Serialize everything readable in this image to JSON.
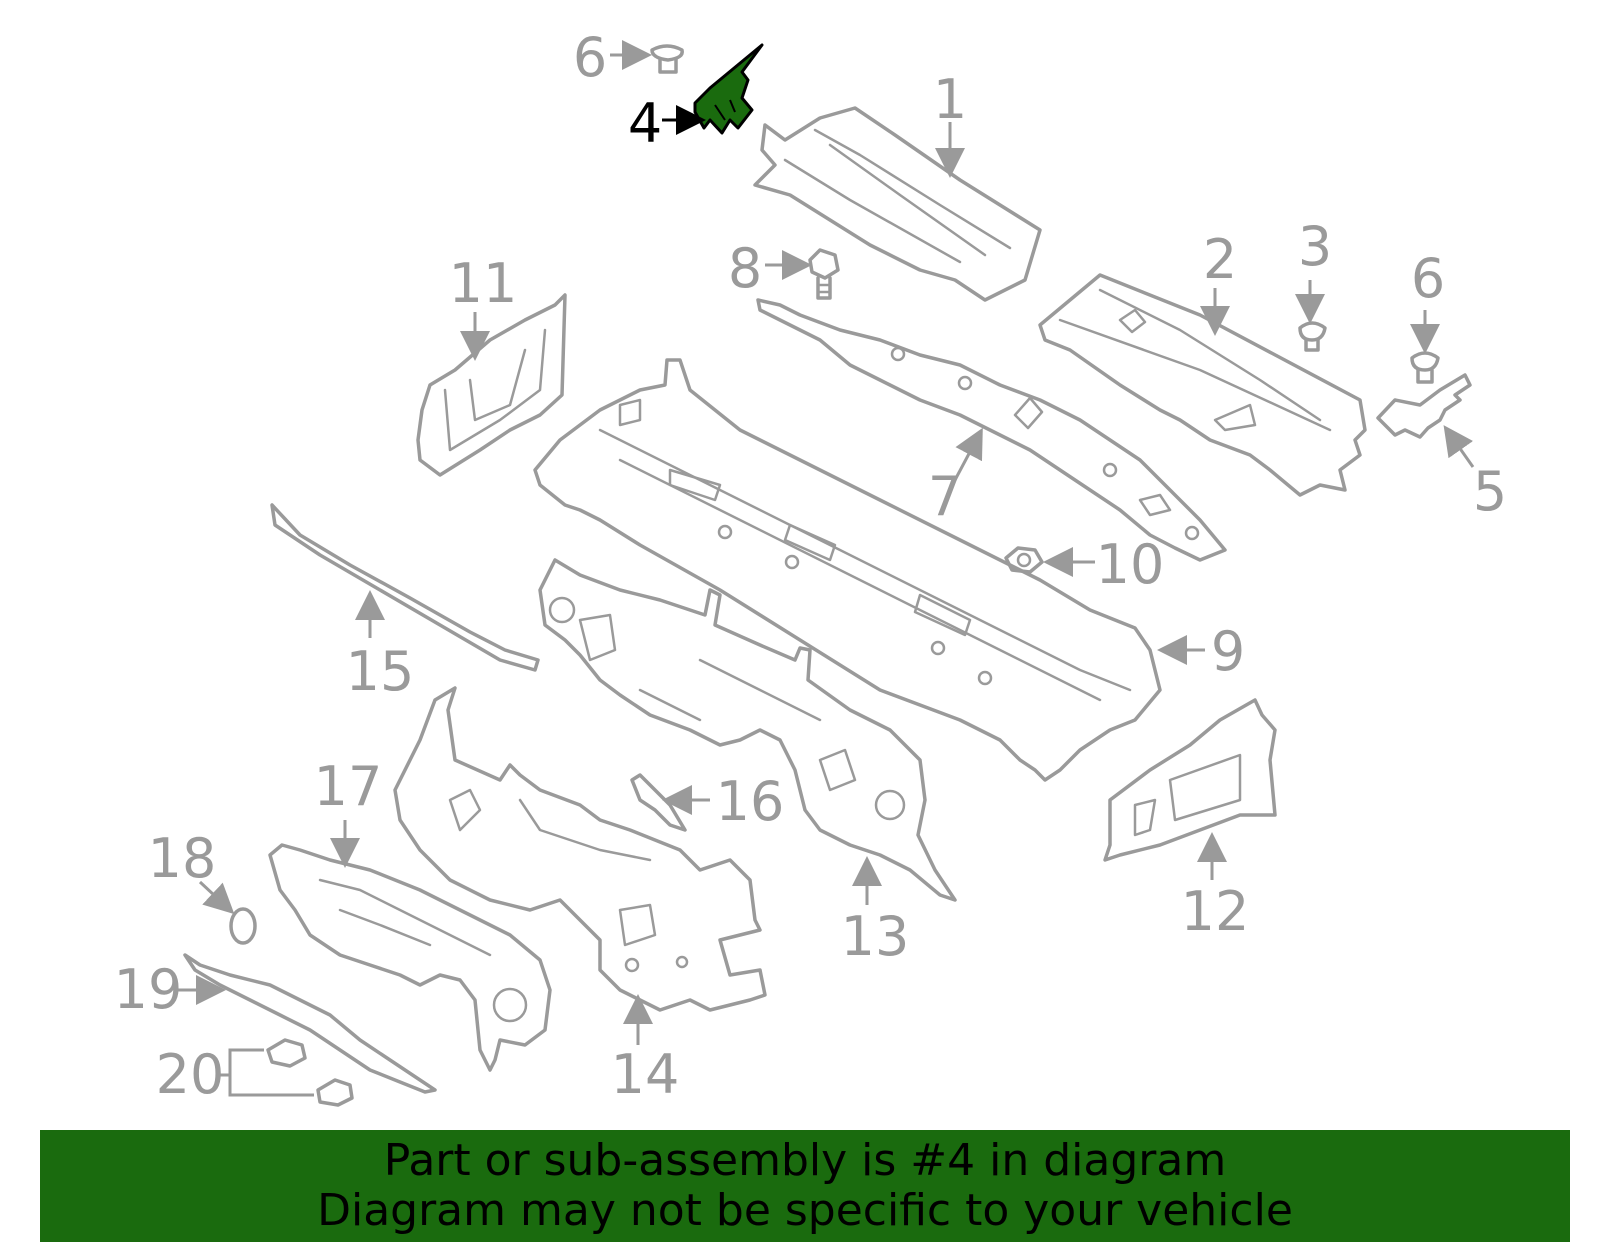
{
  "colors": {
    "highlight": "#1a6b0e",
    "lines": "#9a9a9a",
    "banner": "#1a6b0e"
  },
  "highlighted_part": "4",
  "callouts": {
    "c1": "1",
    "c2": "2",
    "c3": "3",
    "c4": "4",
    "c5": "5",
    "c6a": "6",
    "c6b": "6",
    "c7": "7",
    "c8": "8",
    "c9": "9",
    "c10": "10",
    "c11": "11",
    "c12": "12",
    "c13": "13",
    "c14": "14",
    "c15": "15",
    "c16": "16",
    "c17": "17",
    "c18": "18",
    "c19": "19",
    "c20": "20"
  },
  "banner": {
    "line1": "Part or sub-assembly is #4 in diagram",
    "line2": "Diagram may not be specific to your vehicle"
  }
}
